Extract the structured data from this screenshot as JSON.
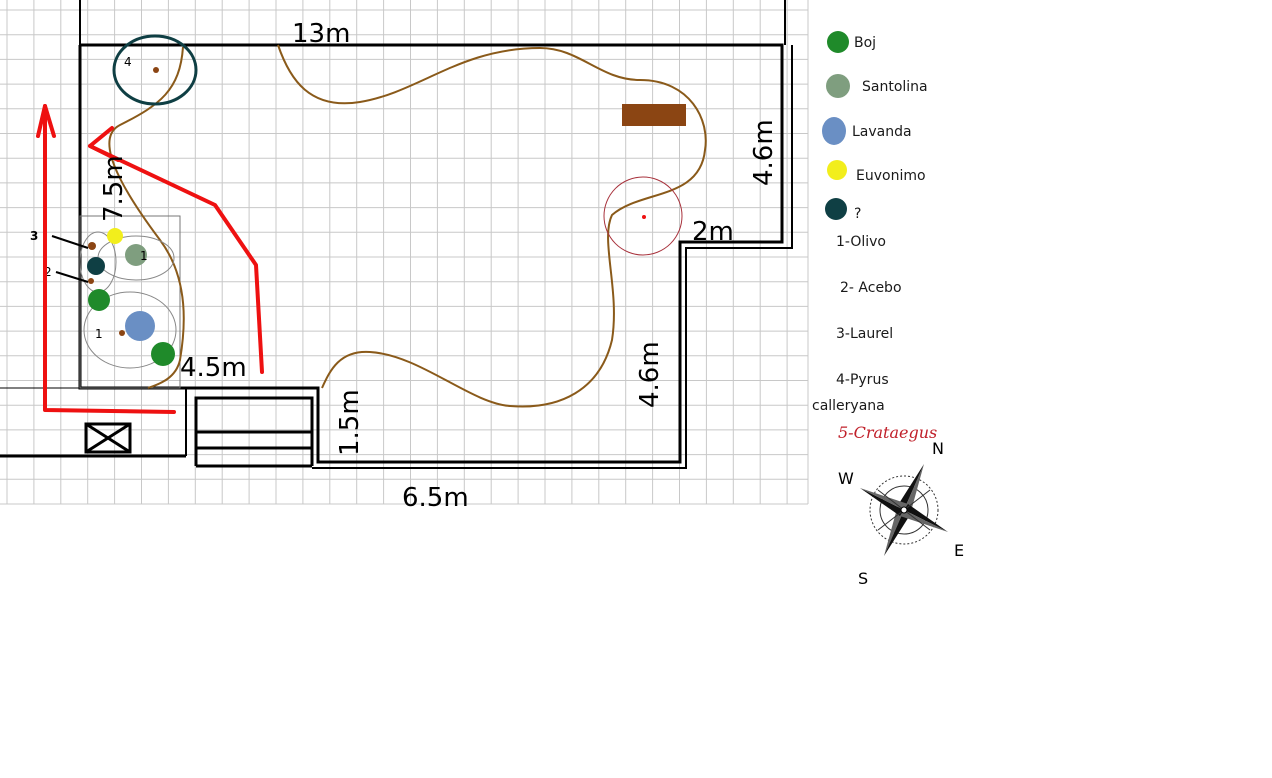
{
  "dimensions": {
    "top": "13m",
    "left_side": "7.5m",
    "right_upper": "4.6m",
    "step": "2m",
    "right_lower": "4.6m",
    "bottom_left": "4.5m",
    "entry": "1.5m",
    "bottom": "6.5m"
  },
  "plant_numbers": {
    "tree4": "4",
    "bed3": "3",
    "bed2": "2",
    "bed1": "1",
    "bed1b": "1"
  },
  "legend": {
    "symbols": [
      {
        "label": "Boj",
        "color": "#1f8a2a"
      },
      {
        "label": "Santolina",
        "color": "#7f9e7f"
      },
      {
        "label": "Lavanda",
        "color": "#6a8fc4"
      },
      {
        "label": "Euvonimo",
        "color": "#f2ee1c"
      },
      {
        "label": "?",
        "color": "#0f3f44"
      }
    ],
    "numbered": [
      "1-Olivo",
      "2- Acebo",
      "3-Laurel",
      "4-Pyrus",
      "calleryana"
    ],
    "species5": "5-Crataegus"
  },
  "compass": {
    "n": "N",
    "w": "W",
    "e": "E",
    "s": "S"
  },
  "colors": {
    "wall": "#000000",
    "grid": "#c8c8c8",
    "path": "#8a5a1a",
    "arrow": "#ee1111",
    "bench": "#8b4513",
    "tree5": "#a8323c"
  }
}
